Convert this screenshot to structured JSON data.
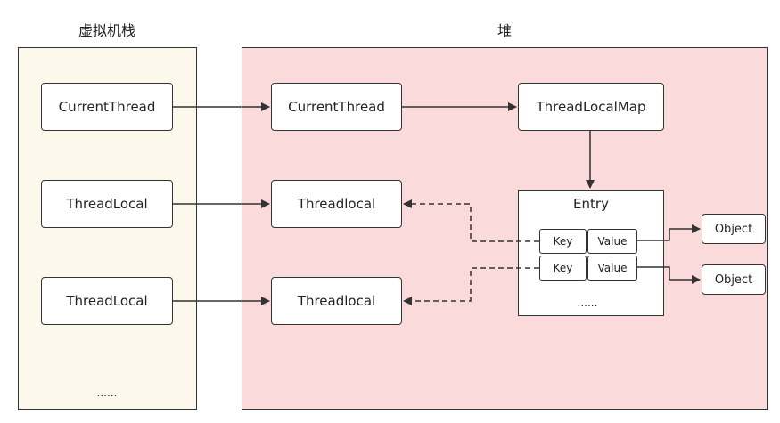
{
  "stack": {
    "title": "虚拟机栈",
    "items": [
      "CurrentThread",
      "ThreadLocal",
      "ThreadLocal"
    ],
    "ellipsis": "......",
    "fill": "#fcf8ec"
  },
  "heap": {
    "title": "堆",
    "fill": "#fadada",
    "current_thread": "CurrentThread",
    "threadlocal_map": "ThreadLocalMap",
    "threadlocals": [
      "Threadlocal",
      "Threadlocal"
    ],
    "entry": {
      "title": "Entry",
      "rows": [
        {
          "key": "Key",
          "value": "Value"
        },
        {
          "key": "Key",
          "value": "Value"
        }
      ],
      "ellipsis": "......"
    },
    "objects": [
      "Object",
      "Object"
    ]
  }
}
